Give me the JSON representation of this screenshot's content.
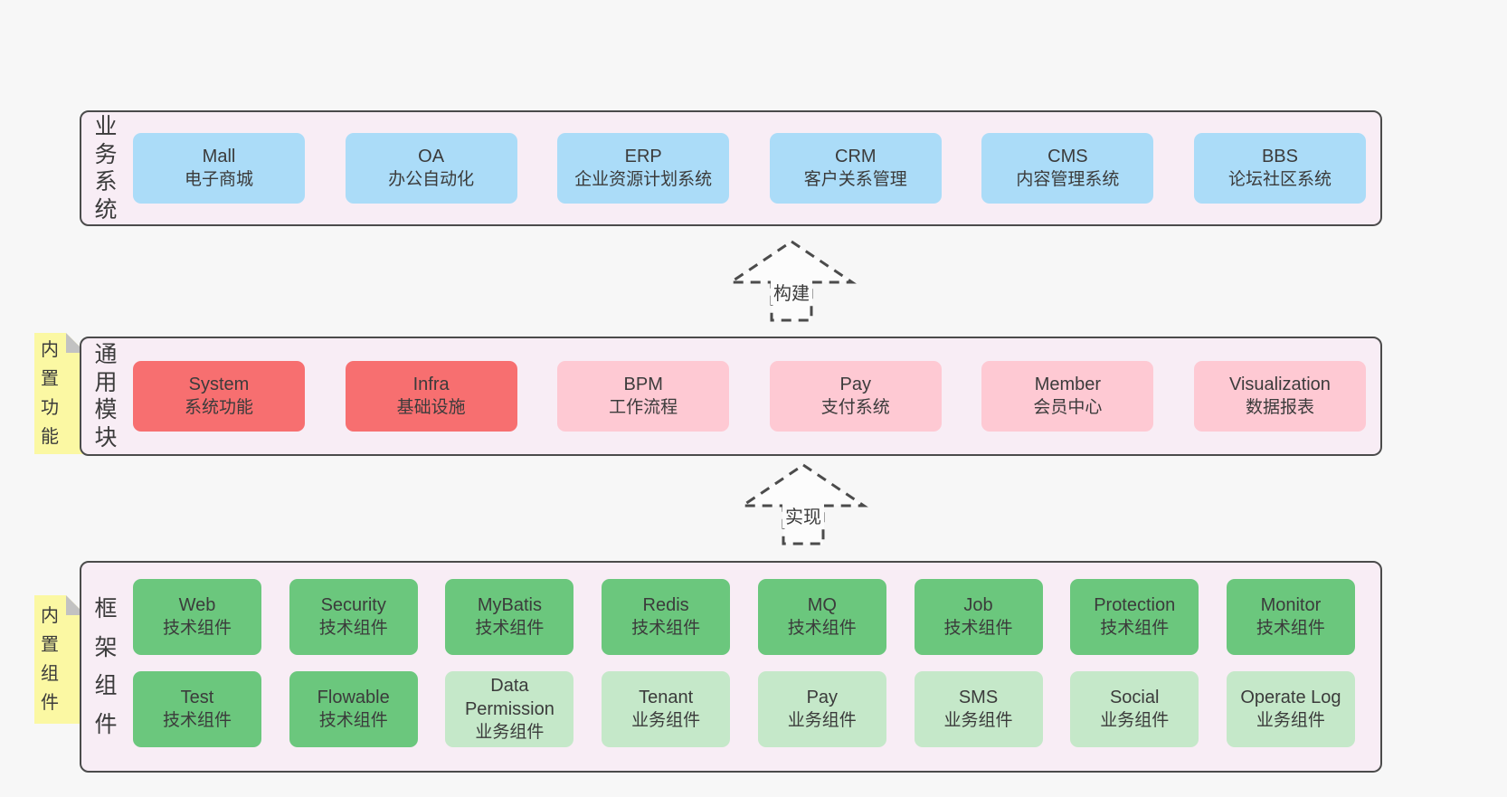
{
  "diagram": {
    "sections": {
      "business": {
        "side_label": "业务系统",
        "boxes": [
          {
            "name": "Mall",
            "desc": "电子商城"
          },
          {
            "name": "OA",
            "desc": "办公自动化"
          },
          {
            "name": "ERP",
            "desc": "企业资源计划系统"
          },
          {
            "name": "CRM",
            "desc": "客户关系管理"
          },
          {
            "name": "CMS",
            "desc": "内容管理系统"
          },
          {
            "name": "BBS",
            "desc": "论坛社区系统"
          }
        ]
      },
      "modules": {
        "side_label": "通用模块",
        "sticky_label": "内置功能",
        "boxes": [
          {
            "name": "System",
            "desc": "系统功能"
          },
          {
            "name": "Infra",
            "desc": "基础设施"
          },
          {
            "name": "BPM",
            "desc": "工作流程"
          },
          {
            "name": "Pay",
            "desc": "支付系统"
          },
          {
            "name": "Member",
            "desc": "会员中心"
          },
          {
            "name": "Visualization",
            "desc": "数据报表"
          }
        ]
      },
      "framework": {
        "side_label": "框架组件",
        "sticky_label": "内置组件",
        "row1": [
          {
            "name": "Web",
            "desc": "技术组件"
          },
          {
            "name": "Security",
            "desc": "技术组件"
          },
          {
            "name": "MyBatis",
            "desc": "技术组件"
          },
          {
            "name": "Redis",
            "desc": "技术组件"
          },
          {
            "name": "MQ",
            "desc": "技术组件"
          },
          {
            "name": "Job",
            "desc": "技术组件"
          },
          {
            "name": "Protection",
            "desc": "技术组件"
          },
          {
            "name": "Monitor",
            "desc": "技术组件"
          }
        ],
        "row2": [
          {
            "name": "Test",
            "desc": "技术组件"
          },
          {
            "name": "Flowable",
            "desc": "技术组件"
          },
          {
            "name": "Data Permission",
            "desc": "业务组件"
          },
          {
            "name": "Tenant",
            "desc": "业务组件"
          },
          {
            "name": "Pay",
            "desc": "业务组件"
          },
          {
            "name": "SMS",
            "desc": "业务组件"
          },
          {
            "name": "Social",
            "desc": "业务组件"
          },
          {
            "name": "Operate Log",
            "desc": "业务组件"
          }
        ]
      }
    },
    "arrows": {
      "build": "构建",
      "implement": "实现"
    },
    "colors": {
      "page_bg": "#f7f7f7",
      "panel_bg": "#f8edf5",
      "panel_border": "#4b4b4b",
      "business_box": "#abdcf8",
      "core_module_box": "#f76f70",
      "optional_module_box": "#fec9d3",
      "tech_component_box": "#6bc77d",
      "biz_component_box": "#c5e8c9",
      "sticky_bg": "#fbf8a3",
      "text": "#3b3b3b"
    }
  }
}
